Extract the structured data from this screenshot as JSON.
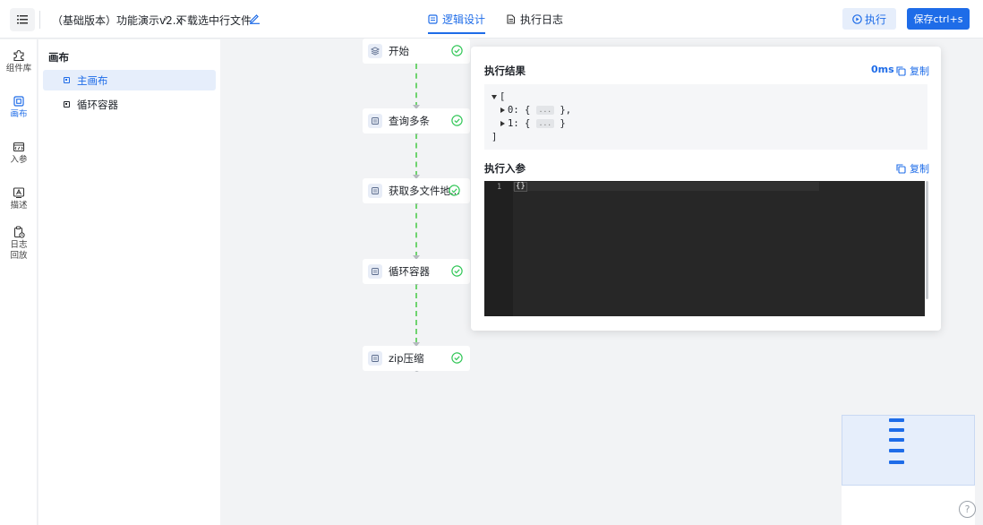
{
  "header": {
    "breadcrumb_project": "（基础版本）功能演示v2.x",
    "breadcrumb_arrow": "›",
    "breadcrumb_flow": "下载选中行文件",
    "tabs": [
      {
        "label": "逻辑设计",
        "active": true
      },
      {
        "label": "执行日志",
        "active": false
      }
    ],
    "run_label": "执行",
    "save_label": "保存ctrl+s"
  },
  "rail": {
    "items": [
      {
        "label": "组件库",
        "icon": "puzzle-icon",
        "active": false
      },
      {
        "label": "画布",
        "icon": "canvas-icon",
        "active": true
      },
      {
        "label": "入参",
        "icon": "params-icon",
        "active": false
      },
      {
        "label": "描述",
        "icon": "describe-icon",
        "active": false
      },
      {
        "label": "日志回放",
        "icon": "log-replay-icon",
        "active": false
      }
    ]
  },
  "tree": {
    "title": "画布",
    "items": [
      {
        "label": "主画布",
        "active": true
      },
      {
        "label": "循环容器",
        "active": false
      }
    ]
  },
  "flow": {
    "nodes": [
      {
        "label": "开始",
        "status": "success"
      },
      {
        "label": "查询多条",
        "status": "success"
      },
      {
        "label": "获取多文件地...",
        "status": "success"
      },
      {
        "label": "循环容器",
        "status": "success"
      },
      {
        "label": "zip压缩",
        "status": "success"
      }
    ]
  },
  "result_panel": {
    "title": "执行结果",
    "duration": "0ms",
    "copy_label": "复制",
    "json_lines": {
      "open": "[",
      "item0_key": "0:",
      "item0_open": "{",
      "item0_close": "},",
      "item1_key": "1:",
      "item1_open": "{",
      "item1_close": "}",
      "ellipsis": "...",
      "close": "]"
    },
    "input_title": "执行入参",
    "input_copy_label": "复制",
    "editor": {
      "line_number": "1",
      "code": "{}"
    }
  },
  "help_label": "?",
  "colors": {
    "primary": "#1e6ce8",
    "success": "#34c759",
    "edge": "#6fd36f"
  }
}
